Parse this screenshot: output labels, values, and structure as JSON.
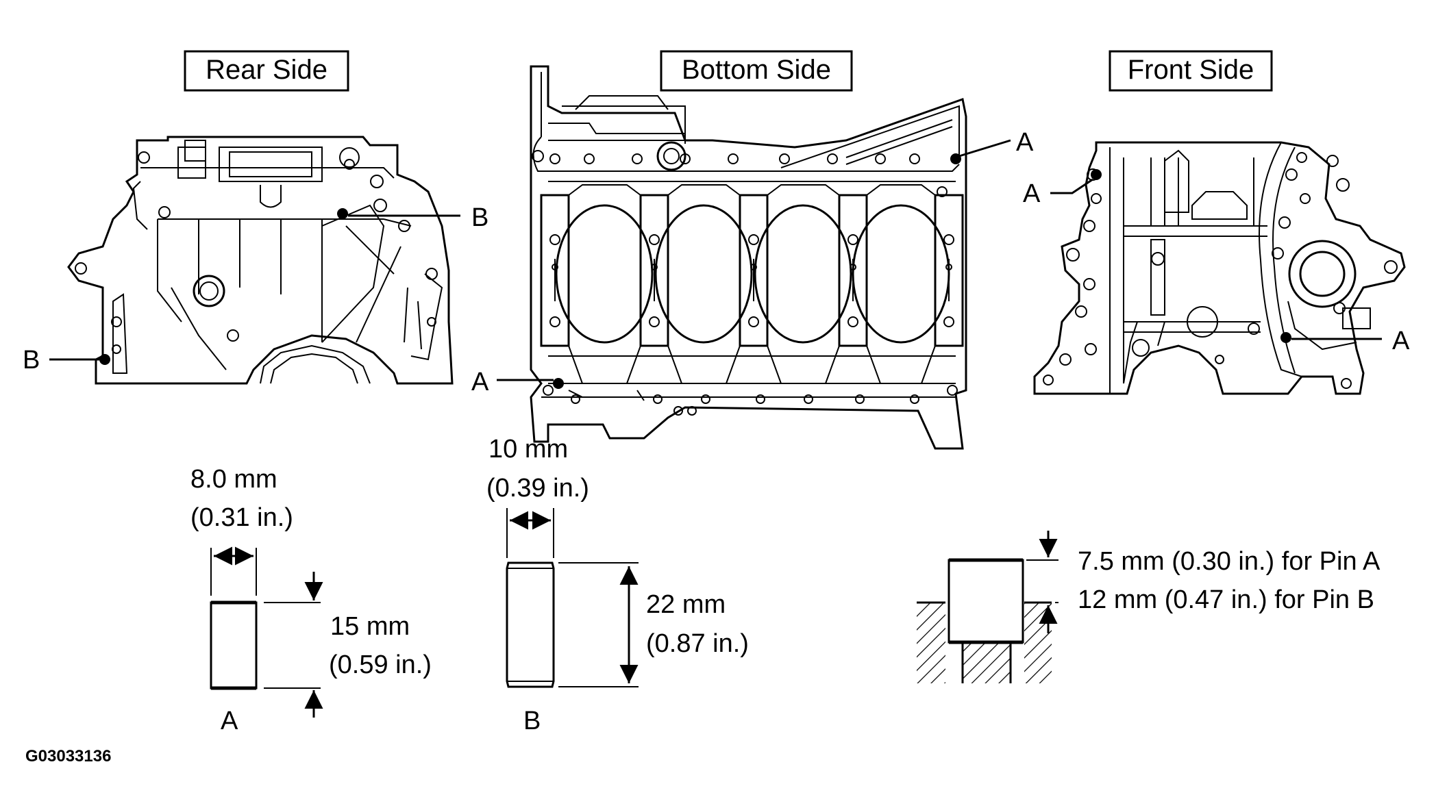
{
  "views": {
    "rear": {
      "title": "Rear Side"
    },
    "bottom": {
      "title": "Bottom Side"
    },
    "front": {
      "title": "Front Side"
    }
  },
  "callouts": {
    "rear_b1": "B",
    "rear_b2": "B",
    "bottom_a1": "A",
    "bottom_a2": "A",
    "front_a1": "A",
    "front_a2": "A"
  },
  "pin_a": {
    "label": "A",
    "diameter_mm": "8.0 mm",
    "diameter_in": "(0.31 in.)",
    "length_mm": "15 mm",
    "length_in": "(0.59 in.)"
  },
  "pin_b": {
    "label": "B",
    "diameter_mm": "10 mm",
    "diameter_in": "(0.39 in.)",
    "length_mm": "22 mm",
    "length_in": "(0.87 in.)"
  },
  "protrusion": {
    "line_a": "7.5 mm (0.30 in.) for Pin A",
    "line_b": "12 mm (0.47 in.) for Pin B"
  },
  "figure_id": "G03033136"
}
